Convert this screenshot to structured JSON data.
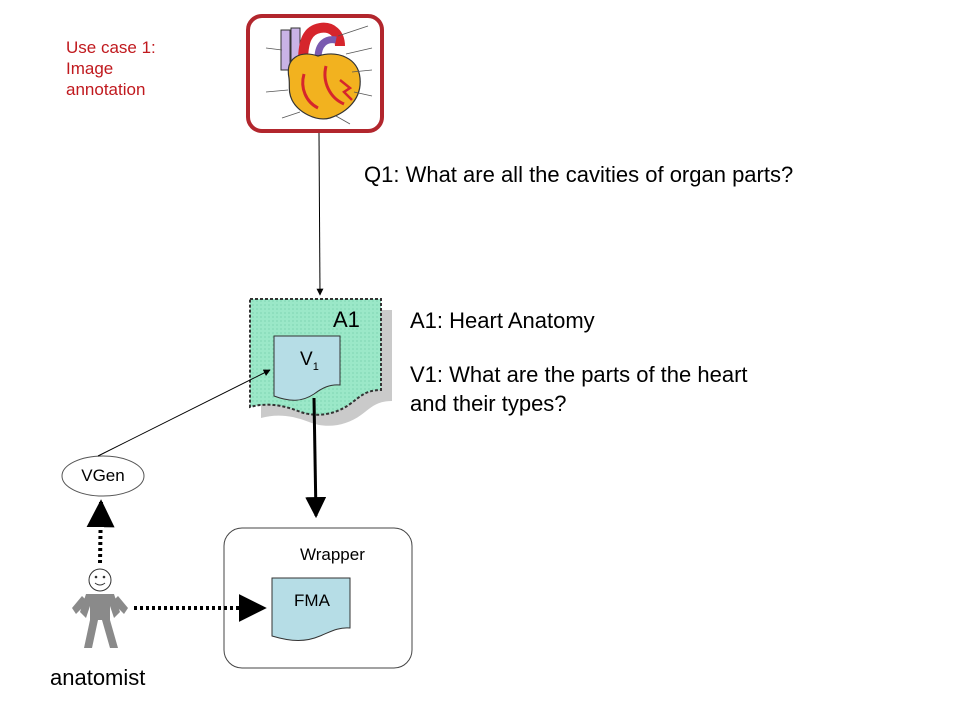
{
  "use_case": {
    "line1": "Use case 1:",
    "line2": "Image",
    "line3": "annotation"
  },
  "question": "Q1: What are all the cavities of organ parts?",
  "annotation": {
    "title": "A1: Heart Anatomy",
    "view_line1": "V1: What are the parts of the heart",
    "view_line2": "and their types?"
  },
  "nodes": {
    "a1_label": "A1",
    "v1_base": "V",
    "v1_sub": "1",
    "vgen": "VGen",
    "wrapper": "Wrapper",
    "fma": "FMA",
    "actor": "anatomist"
  },
  "colors": {
    "frame_red": "#b2262d",
    "annotation_fill": "#9be8c8",
    "doc_fill": "#b6dde6",
    "actor_gray": "#8a8a8a",
    "usecase_text": "#c0191e"
  },
  "icons": [
    "heart-illustration",
    "stick-figure-icon",
    "smiley-face-icon"
  ]
}
